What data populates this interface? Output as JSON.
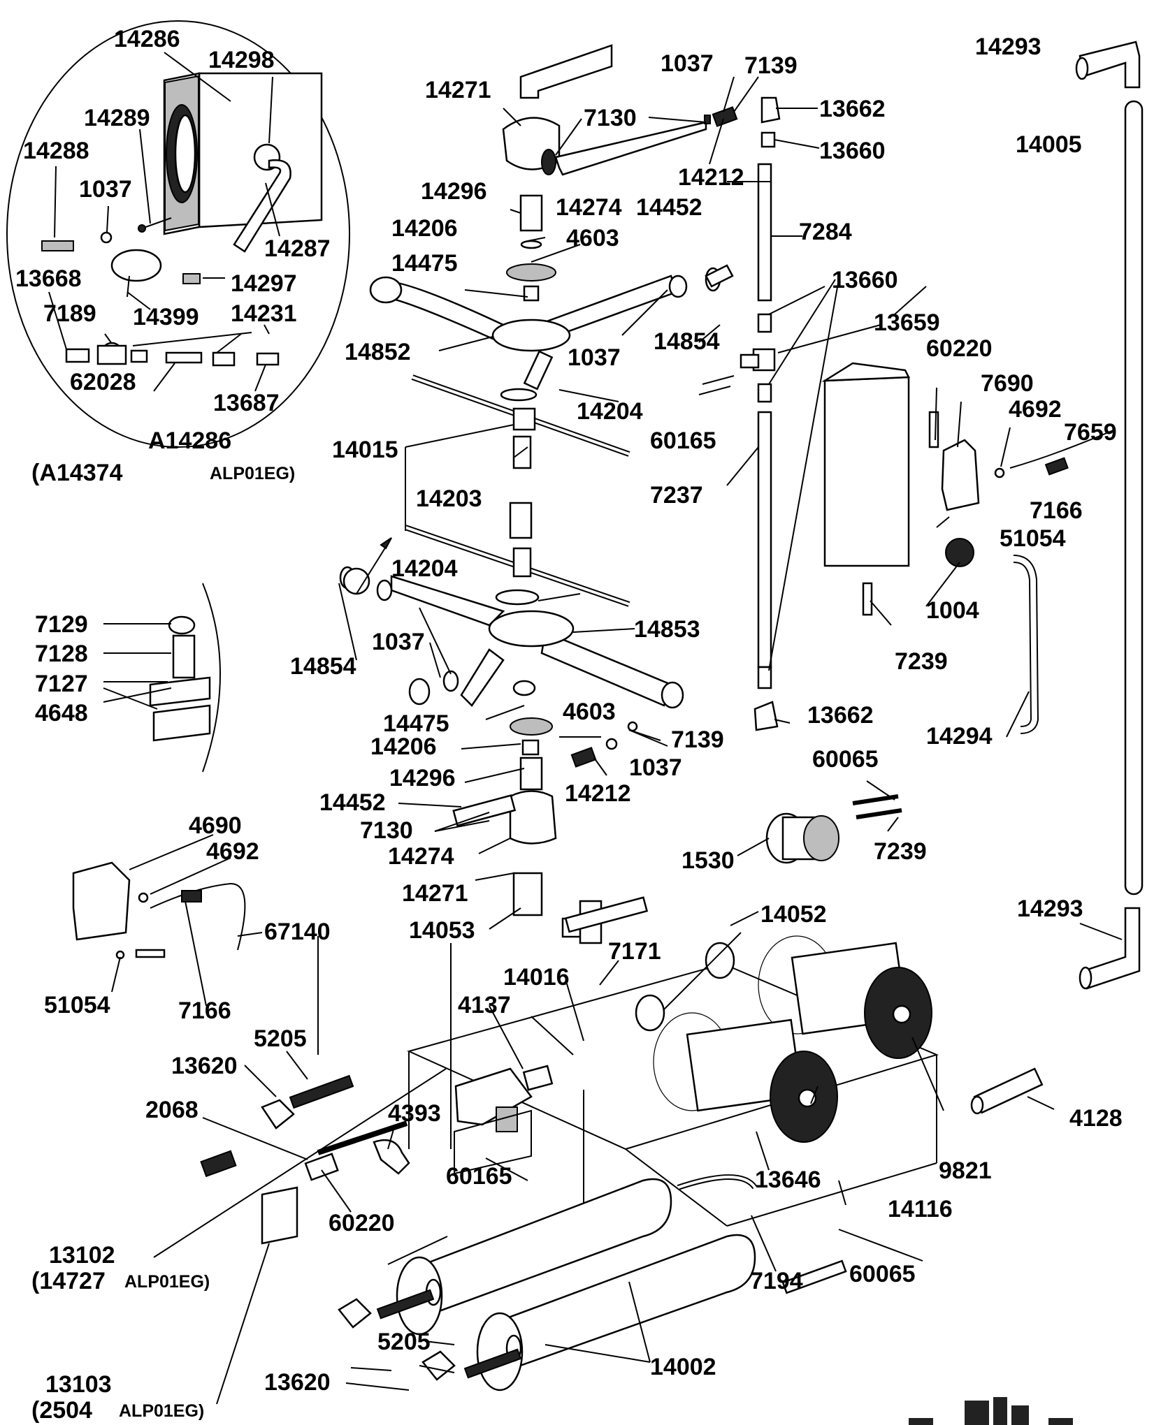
{
  "labels": {
    "p14286_top": "14286",
    "p14298": "14298",
    "p14289": "14289",
    "p14288": "14288",
    "p1037_inset": "1037",
    "p14287": "14287",
    "p14297": "14297",
    "p13668": "13668",
    "p14399": "14399",
    "p14231": "14231",
    "p7189": "7189",
    "p62028": "62028",
    "p13687": "13687",
    "inset_code": "A14286",
    "inset_note": "(A14374",
    "inset_note_variant": "ALP01EG)",
    "p14271_top": "14271",
    "p7130_top": "7130",
    "p1037_top": "1037",
    "p7139_top": "7139",
    "p13662_top": "13662",
    "p13660_top": "13660",
    "p14212_top": "14212",
    "p14296_top": "14296",
    "p14274_top": "14274",
    "p14452_top": "14452",
    "p14206_top": "14206",
    "p4603_top": "4603",
    "p7284": "7284",
    "p14475_top": "14475",
    "p13660_mid": "13660",
    "p14854_top": "14854",
    "p13659": "13659",
    "p14852": "14852",
    "p1037_arm": "1037",
    "p60220_right": "60220",
    "p7690": "7690",
    "p4692_right": "4692",
    "p7659": "7659",
    "p14204_top": "14204",
    "p60165_mid": "60165",
    "p14015": "14015",
    "p7237": "7237",
    "p7166_right": "7166",
    "p14203": "14203",
    "p51054_right": "51054",
    "p14204_low": "14204",
    "p1004": "1004",
    "p7129": "7129",
    "p7128": "7128",
    "p14853": "14853",
    "p7127": "7127",
    "p4648": "4648",
    "p1037_low": "1037",
    "p14854_low": "14854",
    "p7239_top": "7239",
    "p13662_low": "13662",
    "p14475_low": "14475",
    "p4603_low": "4603",
    "p14206_low": "14206",
    "p7139_low": "7139",
    "p14294": "14294",
    "p1037_low2": "1037",
    "p60065_top": "60065",
    "p14296_low": "14296",
    "p14212_low": "14212",
    "p14452_low": "14452",
    "p7130_low": "7130",
    "p4690": "4690",
    "p4692_left": "4692",
    "p14274_low": "14274",
    "p1530": "1530",
    "p7239_low": "7239",
    "p14271_low": "14271",
    "p14293_low": "14293",
    "p14052": "14052",
    "p14053": "14053",
    "p67140": "67140",
    "p14005": "14005",
    "p14293_top": "14293",
    "p7171": "7171",
    "p14016": "14016",
    "p51054_left": "51054",
    "p7166_left": "7166",
    "p4137": "4137",
    "p5205_top": "5205",
    "p13620_top": "13620",
    "p4393": "4393",
    "p2068": "2068",
    "p4128": "4128",
    "p60165_low": "60165",
    "p13646": "13646",
    "p9821": "9821",
    "p60220_low": "60220",
    "p14116": "14116",
    "p13102": "13102",
    "p13102_note": "(14727",
    "p13102_variant": "ALP01EG)",
    "p7194": "7194",
    "p60065_low": "60065",
    "p5205_low": "5205",
    "p14002": "14002",
    "p13620_low": "13620",
    "p13103": "13103",
    "p13103_note": "(2504",
    "p13103_variant": "ALP01EG)"
  }
}
